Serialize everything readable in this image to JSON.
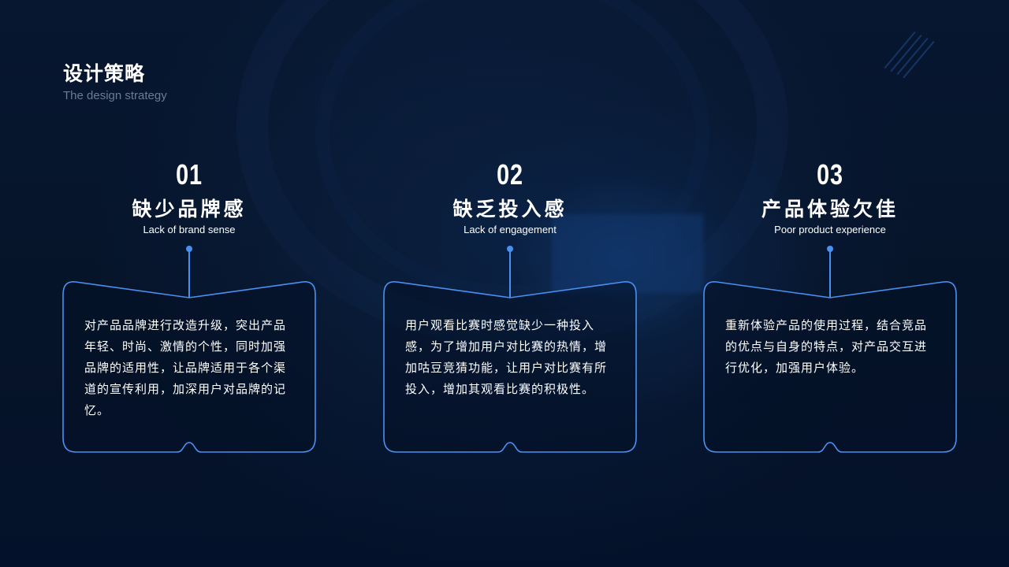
{
  "heading": {
    "title": "设计策略",
    "subtitle": "The design strategy"
  },
  "theme": {
    "background": "#061429",
    "accent": "#4a90f0",
    "subtitle_color": "#6c7b95",
    "text": "#ffffff"
  },
  "strategies": [
    {
      "number": "01",
      "title": "缺少品牌感",
      "subtitle": "Lack of brand sense",
      "body": "对产品品牌进行改造升级，突出产品年轻、时尚、激情的个性，同时加强品牌的适用性，让品牌适用于各个渠道的宣传利用，加深用户对品牌的记忆。"
    },
    {
      "number": "02",
      "title": "缺乏投入感",
      "subtitle": "Lack of engagement",
      "body": "用户观看比赛时感觉缺少一种投入感，为了增加用户对比赛的热情，增加咕豆竞猜功能，让用户对比赛有所投入，增加其观看比赛的积极性。"
    },
    {
      "number": "03",
      "title": "产品体验欠佳",
      "subtitle": "Poor product experience",
      "body": "重新体验产品的使用过程，结合竞品的优点与自身的特点，对产品交互进行优化，加强用户体验。"
    }
  ]
}
